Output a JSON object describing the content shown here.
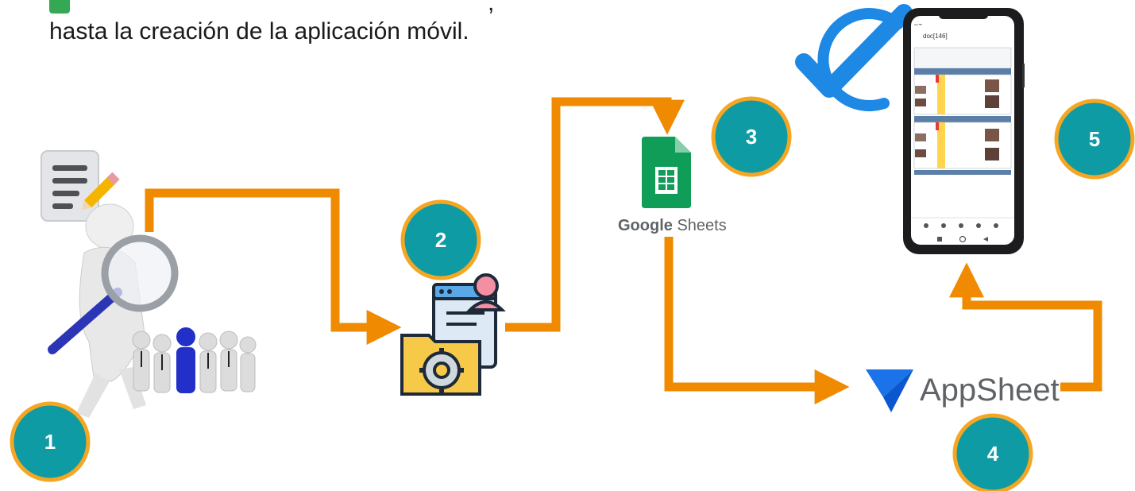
{
  "intro": {
    "line1_start": "",
    "line1_end": ",",
    "line2": "hasta la creación de la aplicación móvil."
  },
  "steps": [
    {
      "number": "1"
    },
    {
      "number": "2"
    },
    {
      "number": "3"
    },
    {
      "number": "4"
    },
    {
      "number": "5"
    }
  ],
  "google_sheets": {
    "brand": "Google",
    "product": "Sheets"
  },
  "appsheet": {
    "brand": "AppSheet"
  },
  "phone": {
    "status_time": "3:4",
    "doc_title": "doc[146]"
  },
  "colors": {
    "arrow": "#f08a00",
    "badge_fill": "#0e9ba3",
    "badge_ring": "#f5a623",
    "check": "#1e88e5",
    "sheets_green": "#0f9d58",
    "appsheet_blue": "#1a73e8"
  },
  "icons": [
    "document-pencil-icon",
    "magnifier-person-icon",
    "team-icon",
    "folder-gear-icon",
    "google-sheets-icon",
    "checkmark-icon",
    "appsheet-logo-icon",
    "smartphone-icon"
  ]
}
